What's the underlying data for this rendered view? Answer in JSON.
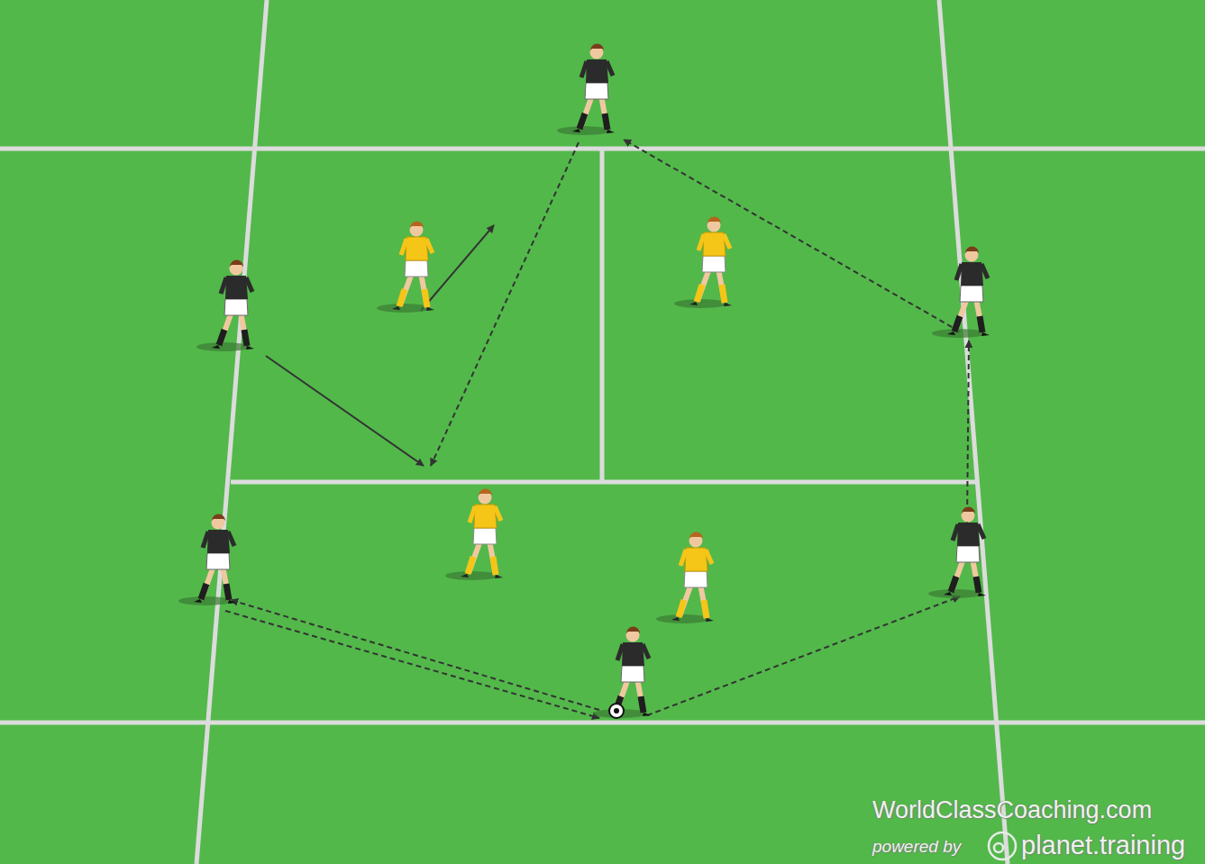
{
  "diagram": {
    "labels": [
      "WorldClassCoaching.com",
      "powered by",
      "planet.training"
    ]
  }
}
